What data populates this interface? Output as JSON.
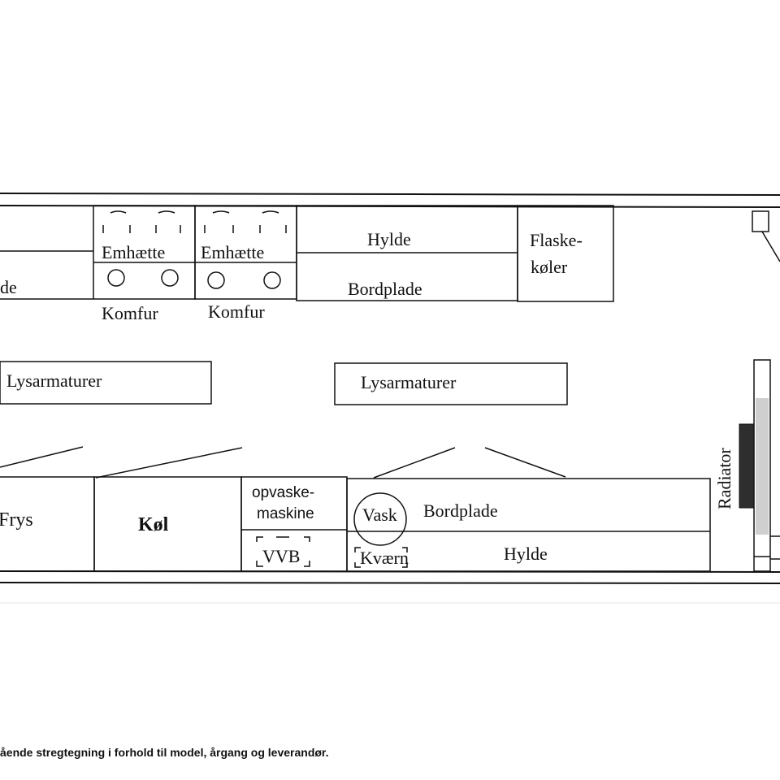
{
  "labels": {
    "top_left_de": "de",
    "emhaette_1": "Emhætte",
    "emhaette_2": "Emhætte",
    "komfur_1": "Komfur",
    "komfur_2": "Komfur",
    "hylde_top": "Hylde",
    "bordplade_top": "Bordplade",
    "flaskekoler_1": "Flaske-",
    "flaskekoler_2": "køler",
    "lysarmaturer_1": "Lysarmaturer",
    "lysarmaturer_2": "Lysarmaturer",
    "frys": "Frys",
    "kol": "Køl",
    "opvaskemaskine_1": "opvaske-",
    "opvaskemaskine_2": "maskine",
    "vvb": "VVB",
    "vask": "Vask",
    "bordplade_bottom": "Bordplade",
    "kvaern": "Kværn",
    "hylde_bottom": "Hylde",
    "radiator": "Radiator"
  },
  "caption": "ående stregtegning i forhold til model, årgang og leverandør."
}
